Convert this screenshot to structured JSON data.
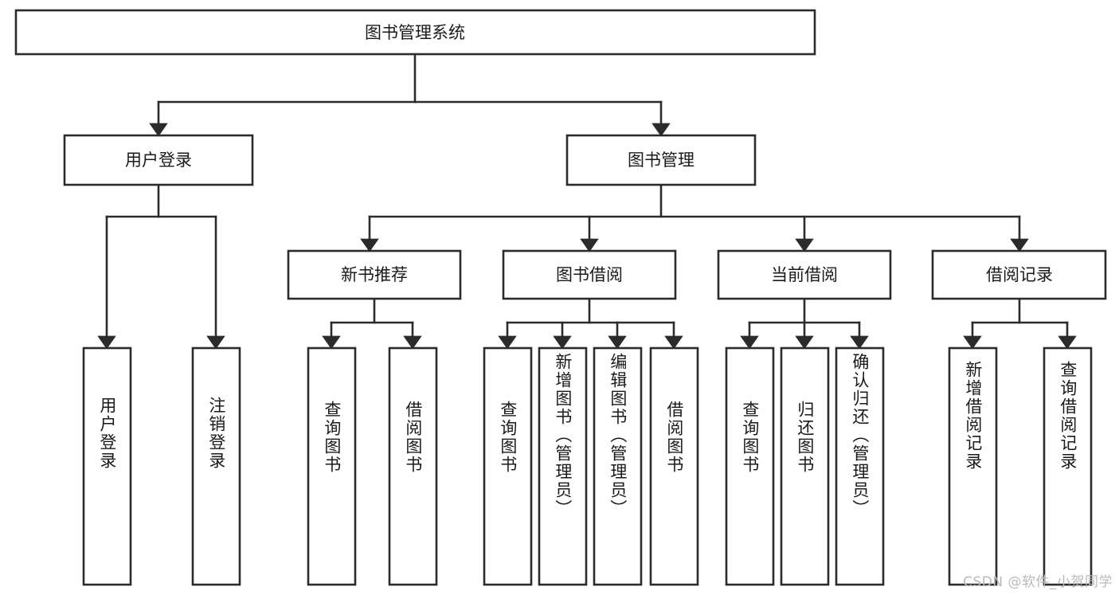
{
  "diagram": {
    "title": "图书管理系统",
    "type": "tree-hierarchy-functional-decomposition",
    "watermark": "CSDN @软件_小贺同学",
    "colors": {
      "background": "#ffffff",
      "box_stroke": "#2b2b2b",
      "box_fill": "#ffffff",
      "text": "#1a1a1a",
      "watermark": "#b9b9b9"
    },
    "root": {
      "label": "图书管理系统",
      "orientation": "horizontal"
    },
    "level2": [
      {
        "label": "用户登录",
        "orientation": "horizontal"
      },
      {
        "label": "图书管理",
        "orientation": "horizontal"
      }
    ],
    "level3": [
      {
        "label": "新书推荐",
        "orientation": "horizontal"
      },
      {
        "label": "图书借阅",
        "orientation": "horizontal"
      },
      {
        "label": "当前借阅",
        "orientation": "horizontal"
      },
      {
        "label": "借阅记录",
        "orientation": "horizontal"
      }
    ],
    "leaves": [
      {
        "label": "用户登录",
        "parent": "用户登录",
        "orientation": "vertical"
      },
      {
        "label": "注销登录",
        "parent": "用户登录",
        "orientation": "vertical"
      },
      {
        "label": "查询图书",
        "parent": "新书推荐",
        "orientation": "vertical"
      },
      {
        "label": "借阅图书",
        "parent": "新书推荐",
        "orientation": "vertical"
      },
      {
        "label": "查询图书",
        "parent": "图书借阅",
        "orientation": "vertical"
      },
      {
        "label": "新增图书（管理员）",
        "parent": "图书借阅",
        "orientation": "vertical"
      },
      {
        "label": "编辑图书（管理员）",
        "parent": "图书借阅",
        "orientation": "vertical"
      },
      {
        "label": "借阅图书",
        "parent": "图书借阅",
        "orientation": "vertical"
      },
      {
        "label": "查询图书",
        "parent": "当前借阅",
        "orientation": "vertical"
      },
      {
        "label": "归还图书",
        "parent": "当前借阅",
        "orientation": "vertical"
      },
      {
        "label": "确认归还（管理员）",
        "parent": "当前借阅",
        "orientation": "vertical"
      },
      {
        "label": "新增借阅记录",
        "parent": "借阅记录",
        "orientation": "vertical"
      },
      {
        "label": "查询借阅记录",
        "parent": "借阅记录",
        "orientation": "vertical"
      }
    ]
  }
}
